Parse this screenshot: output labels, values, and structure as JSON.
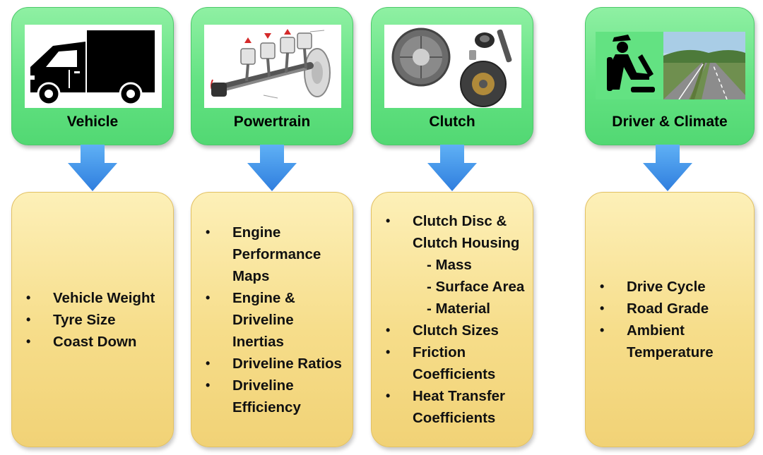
{
  "columns": [
    {
      "title": "Vehicle",
      "icon": "truck-icon",
      "items": [
        {
          "text": "Vehicle Weight"
        },
        {
          "text": "Tyre Size"
        },
        {
          "text": "Coast Down"
        }
      ]
    },
    {
      "title": "Powertrain",
      "icon": "engine-crankshaft-icon",
      "items": [
        {
          "text": "Engine Performance Maps"
        },
        {
          "text": "Engine & Driveline Inertias"
        },
        {
          "text": "Driveline Ratios"
        },
        {
          "text": "Driveline Efficiency"
        }
      ]
    },
    {
      "title": "Clutch",
      "icon": "clutch-kit-icon",
      "items": [
        {
          "text": "Clutch Disc & Clutch Housing",
          "sub": [
            "- Mass",
            "- Surface Area",
            "- Material"
          ]
        },
        {
          "text": "Clutch Sizes"
        },
        {
          "text": "Friction Coefficients"
        },
        {
          "text": "Heat Transfer Coefficients"
        }
      ]
    },
    {
      "title": "Driver & Climate",
      "icon": "driver-road-icon",
      "items": [
        {
          "text": "Drive Cycle"
        },
        {
          "text": "Road Grade"
        },
        {
          "text": "Ambient Temperature"
        }
      ]
    }
  ],
  "bullet": "•",
  "colors": {
    "top_box": "#63e282",
    "bottom_box": "#f6dd8a",
    "arrow": "#3f8fe6"
  }
}
